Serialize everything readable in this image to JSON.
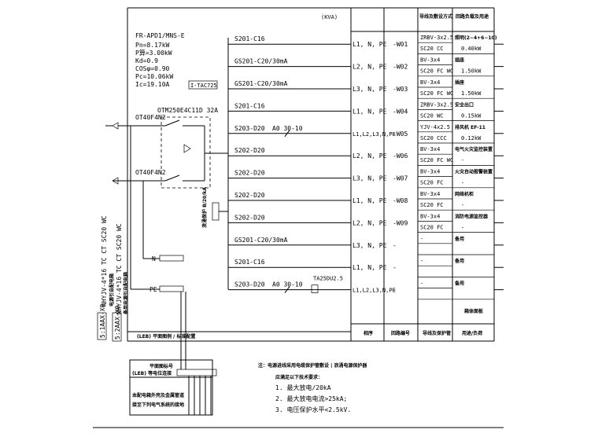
{
  "panel": {
    "header_unit": "(KVA)",
    "model": "FR-APD1/MNS-E",
    "pn": "Pn=8.17kW",
    "pj": "P算=3.00kW",
    "kd": "Kd=0.9",
    "cos": "COSφ=0.90",
    "pc": "Pc=10.06kW",
    "ic": "Ic=19.10A",
    "meter_tag": "I-TAC725",
    "main_switch": "OTM250E4C11D 32A",
    "switch_1": "OT40F4N2",
    "switch_2": "OT40F4N2",
    "spd_label": "浪涌保护 B/20/kA",
    "bus_n": "N",
    "bus_pe": "PE",
    "fire_label": "(LEB) 平面图例 / 标准配置"
  },
  "columns": {
    "col_phase": "相序",
    "col_circuit": "回路编号",
    "col_cable": "导线及保护管",
    "col_use": "用途/负荷"
  },
  "header_col5": "导线及敷设方式",
  "header_col6": "回路负载及用途",
  "incoming": [
    {
      "cable": "NHYJV-4*16 TC CT SC20 WC",
      "src": "电源引自配电箱",
      "tag": "5:1AAX-X0"
    },
    {
      "cable": "NHYJV-4*16 TC CT SC20 WC",
      "src": "备用电源引自配电箱",
      "tag": "5:2AAX-X0"
    }
  ],
  "circuits": [
    {
      "breaker": "S201-C16",
      "phase": "L1, N, PE",
      "code": "-W01",
      "cable1": "ZRBV-3x2.5",
      "cable2": "SC20 CC",
      "use": "照明(2~4+6~10)",
      "load": "0.40kW"
    },
    {
      "breaker": "GS201-C20/30mA",
      "phase": "L2, N, PE",
      "code": "-W02",
      "cable1": "BV-3x4",
      "cable2": "SC20 FC WC",
      "use": "插座",
      "load": "1.50kW"
    },
    {
      "breaker": "GS201-C20/30mA",
      "phase": "L3, N, PE",
      "code": "-W03",
      "cable1": "BV-3x4",
      "cable2": "SC20 FC WC",
      "use": "插座",
      "load": "1.50kW"
    },
    {
      "breaker": "S201-C16",
      "phase": "L1, N, PE",
      "code": "-W04",
      "cable1": "ZRBV-3x2.5",
      "cable2": "SC20 WC",
      "use": "安全出口",
      "load": "0.15kW"
    },
    {
      "breaker": "S203-D20",
      "phase": "L1,L2,L3,N,PE",
      "code": "-W05",
      "cable1": "YJV-4x2.5",
      "cable2": "SC20 CCC",
      "use": "排风机 EF-11",
      "load": "0.12kW",
      "aux": "A0 30-10"
    },
    {
      "breaker": "S202-D20",
      "phase": "L2, N, PE",
      "code": "-W06",
      "cable1": "BV-3x4",
      "cable2": "SC20 FC WC",
      "use": "电气火灾监控装置",
      "load": "-"
    },
    {
      "breaker": "S202-D20",
      "phase": "L3, N, PE",
      "code": "-W07",
      "cable1": "BV-3x4",
      "cable2": "SC20 FC",
      "use": "火灾自动报警装置",
      "load": "-"
    },
    {
      "breaker": "S202-D20",
      "phase": "L1, N, PE",
      "code": "-W08",
      "cable1": "BV-3x4",
      "cable2": "SC20 FC",
      "use": "网络机柜",
      "load": "-"
    },
    {
      "breaker": "S202-D20",
      "phase": "L2, N, PE",
      "code": "-W09",
      "cable1": "BV-3x4",
      "cable2": "SC20 FC",
      "use": "消防电源监控器",
      "load": "-"
    },
    {
      "breaker": "GS201-C20/30mA",
      "phase": "L3, N, PE",
      "code": "-",
      "cable1": "-",
      "cable2": "",
      "use": "备用",
      "load": ""
    },
    {
      "breaker": "S201-C16",
      "phase": "L1, N, PE",
      "code": "-",
      "cable1": "-",
      "cable2": "",
      "use": "备用",
      "load": ""
    },
    {
      "breaker": "S203-D20",
      "phase": "L1,L2,L3,N,PE",
      "code": "-",
      "cable1": "-",
      "cable2": "",
      "use": "备用",
      "load": "",
      "aux": "A0 30-10",
      "device": "TA25DU2.5"
    },
    {
      "breaker": "",
      "phase": "",
      "code": "",
      "cable1": "",
      "cable2": "",
      "use": "箱体面板",
      "load": ""
    }
  ],
  "legend_box": {
    "line1": "平面图标号",
    "line2": "(LEB) 等电位连接",
    "line3": "本配电箱外壳及金属管道",
    "line4": "接至下列电气系统的接地"
  },
  "notes": {
    "title": "注：电源进线采用电缆保护管敷设 | 浪涌电源保护器",
    "sub": "应满足以下技术要求：",
    "n1": "1. 最大放电/20kA",
    "n2": "2. 最大放电电流>25kA;",
    "n3": "3. 电压保护水平<2.5kV."
  }
}
